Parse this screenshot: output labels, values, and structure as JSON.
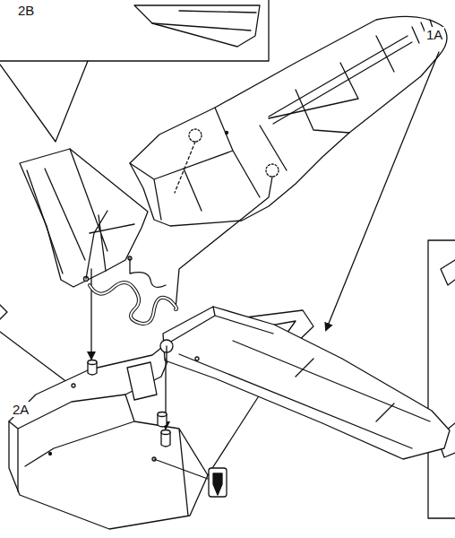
{
  "diagram": {
    "labels": [
      "2B",
      "1A",
      "2A"
    ]
  }
}
